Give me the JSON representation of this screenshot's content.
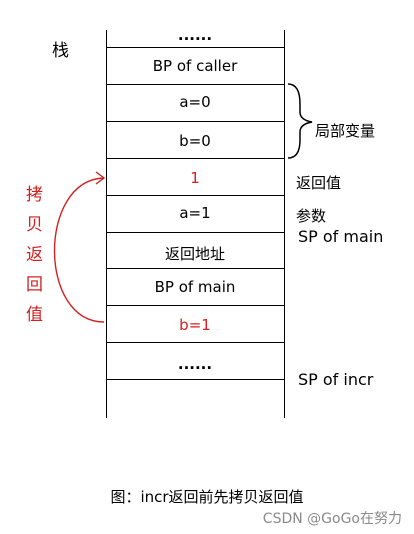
{
  "stack_label": "栈",
  "cells": [
    {
      "text": "......",
      "color": "#000000"
    },
    {
      "text": "BP of caller",
      "color": "#000000"
    },
    {
      "text": "a=0",
      "color": "#000000"
    },
    {
      "text": "b=0",
      "color": "#000000"
    },
    {
      "text": "1",
      "color": "#d42020"
    },
    {
      "text": "a=1",
      "color": "#000000"
    },
    {
      "text": "返回地址",
      "color": "#000000"
    },
    {
      "text": "BP of main",
      "color": "#000000"
    },
    {
      "text": "b=1",
      "color": "#d42020"
    },
    {
      "text": "......",
      "color": "#000000"
    }
  ],
  "annotations": {
    "local_vars": "局部变量",
    "return_value": "返回值",
    "params": "参数",
    "sp_main": "SP of main",
    "sp_incr": "SP of incr"
  },
  "copy_label_chars": [
    "拷",
    "贝",
    "返",
    "回",
    "值"
  ],
  "caption": "图：incr返回前先拷贝返回值",
  "watermark": "CSDN @GoGo在努力"
}
